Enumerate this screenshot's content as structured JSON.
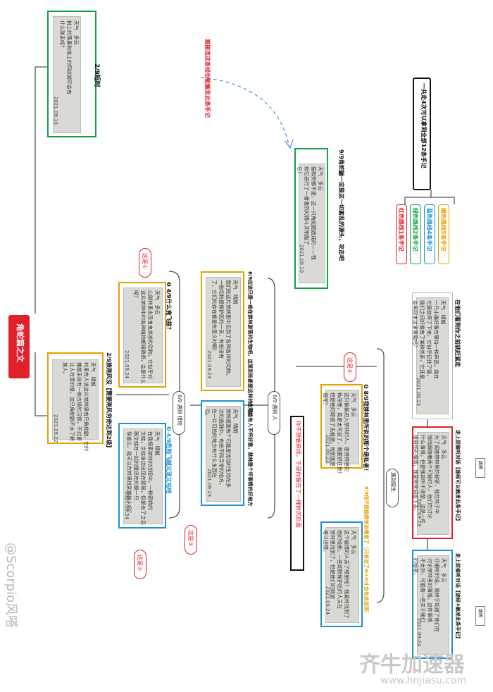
{
  "root": {
    "label": "角蛇篇之文"
  },
  "summary": {
    "text": "一共走4次可以拿到全部12条手记"
  },
  "routes": [
    {
      "label": "橙色路线5条手记",
      "color": "#e6a100"
    },
    {
      "label": "蓝色路线4条手记",
      "color": "#1f8fd6"
    },
    {
      "label": "绿色路线2条手记",
      "color": "#12a34a"
    },
    {
      "label": "红色路线1条手记",
      "color": "#e0202a"
    }
  ],
  "dashed_note": "直接连这条线也能触发此条手记",
  "branch_a": {
    "title": "2/9短时",
    "weather": "天气   多云\n树上的落果和地上的四纹脚印会有\n什么联系呢？",
    "date": "2021.09.10"
  },
  "branch_b": {
    "title": "9/9角蛇鼬一定是这一切紊乱的源头，攻击吧",
    "weather": "天气   多云\n猫和狗都不是，这一只角蛇鼬造成的——我\n和它进行了一番激烈的搏斗并制服了\n它！",
    "date": "2021.09.10"
  },
  "branch_c": {
    "title": "2/9族刚风没【需要刚风穷奇达到2级】",
    "weather": "天气   晴朗\n村里有人说这片禁林里有只角蛇鼬，它的\n捕猎手段有一些古怪的习惯，不过更\n让人在意的是，这只角蛇鼬不太了解\n族人。",
    "date": "2021.09.22"
  },
  "node_c1": {
    "title": "❶ 4/9什么竟飞掠？",
    "weather": "天气   多云\n山脚林里出现鬼鬼祟祟的动物，它似乎对\n这片禁林中的各种植物都很熟悉，会是什么\n呢？",
    "date": "2021.09.24"
  },
  "node_c2": {
    "title": "❸ 4/9危险飞越又流又咕哈",
    "weather": "天气   晴朗\n在我探索禁林的过程中，一种奇特的\n文蛙，文蛙身边出现在那里，但是去了之后\n跟文蛙在一起的是还在的是一只\n怪兽么，我可以在村里找到其他人吗？",
    "date": "2021.09.24"
  },
  "node_d": {
    "title": "6/9应该只是一些在禁林游荡的生物吧，这里到处都是这样的生物",
    "weather": "天气   晴朗\n我们在这片禁林里中见到了各种各样的动物，\n一些动物是保护区的一员，有些没有\n了，它们的存在都是有意义的啊！",
    "date": "2021.09.23"
  },
  "node_d2": {
    "title": "❷ 可能有人不怀好意，禁林是个坏事情的好地方",
    "weather": "天气   晴朗\n禁林里面有个可能是流动的生物在多\n次的逃脱中，有些不同寻常的地方，\n在一片可怕的地方有什么东西在\n动。",
    "date": "2021.09.23"
  },
  "node_e1": {
    "title": "❹ 8/9我禁林里所说的那个是私者！",
    "weather": "天气   多云\n这只偷偷进入禁林的人，是禁林里的\n私闯者，真是太可恶了，我要抓住他！\n但是他的踪迹了无痕迹，他到底是\n谁呢？",
    "date": "2021.09.23"
  },
  "node_e2": {
    "title": "8/9他不是偷猎者去哪里了（只有走了❷+❸才会有此选项）",
    "weather": "天气   多云\n这个偷猎的人去了哪里呢？我最终找到了\n他的线索，一些动物保护区的人员在\n禁林里找到了，但是他们的踪迹\n难以捉摸。",
    "date": "2021.09.24"
  },
  "node_f1": {
    "title": "在他们看到你之前就赶紧走",
    "weather": "天气   晴朗\n一只小猫好像在等待一种声音，我在\n它面前停了下来，它似乎记住了我，\n我们之间好像有了某种关系，它还是\n会再回来这里等我吗？",
    "date": "2021.09.23"
  },
  "node_f2": {
    "title": "走上前偷听对话【途经可以触发此条手记】",
    "weather": "天气   多云\n为了调查禁林里的秘密，我在林子中\n悄悄跟随着两个可疑的人，他们在讨论\n什么事情，但是我却听不清楚，这是一件\n很奇怪的事情，我要继续调查下去。",
    "date": "2021.09.23"
  },
  "node_f3": {
    "title": "走上前偷听对话【途经②触发此条手记】",
    "weather": "天气   多云\n仔细听的话，我终于知道了他们在\n讨论禁林里的事情，这件事情\n不太妙，可能有一些关于我们\n的秘密。",
    "date": "2021.09.24"
  },
  "mid_note": {
    "text": "你不想要麻烦，于是你躲在了一棵树的后面"
  },
  "pills": {
    "p1": "6/9 遇到 猎物",
    "p2": "6/9 遇到 人",
    "p3": "遇到陌生"
  },
  "bubbles": {
    "b1": "这是①",
    "b2": "这是②",
    "b3": "这是③",
    "b4": "这是④"
  },
  "small_labels": {
    "l1": "跳转",
    "l2": "跳转"
  },
  "watermark": {
    "handle": "@Scorpio风嗒",
    "site_cn": "齐牛加速器",
    "site_url": "www.hnjiasu.com"
  }
}
